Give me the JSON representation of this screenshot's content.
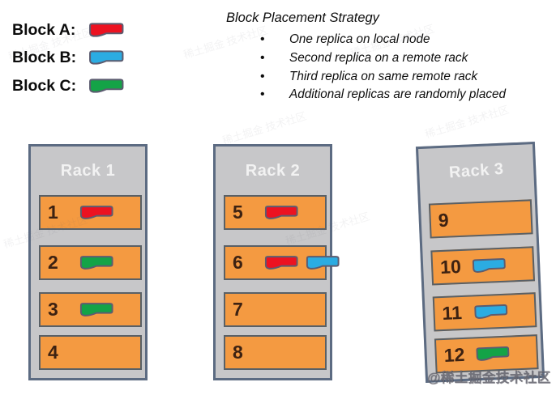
{
  "legend": {
    "items": [
      {
        "label": "Block A:",
        "block": "A",
        "color": "#EC1221"
      },
      {
        "label": "Block B:",
        "block": "B",
        "color": "#2BACE2"
      },
      {
        "label": "Block C:",
        "block": "C",
        "color": "#14A347"
      }
    ]
  },
  "strategy": {
    "title": "Block Placement Strategy",
    "bullet_glyph": "•",
    "bullets": [
      "One replica on local node",
      "Second replica on a remote rack",
      "Third replica on same remote rack",
      "Additional replicas are randomly placed"
    ]
  },
  "racks": [
    {
      "name": "Rack 1",
      "nodes": [
        {
          "id": "1",
          "blocks": [
            "A"
          ]
        },
        {
          "id": "2",
          "blocks": [
            "C"
          ]
        },
        {
          "id": "3",
          "blocks": [
            "C"
          ]
        },
        {
          "id": "4",
          "blocks": []
        }
      ]
    },
    {
      "name": "Rack 2",
      "nodes": [
        {
          "id": "5",
          "blocks": [
            "A"
          ]
        },
        {
          "id": "6",
          "blocks": [
            "A",
            "B"
          ]
        },
        {
          "id": "7",
          "blocks": []
        },
        {
          "id": "8",
          "blocks": []
        }
      ]
    },
    {
      "name": "Rack 3",
      "nodes": [
        {
          "id": "9",
          "blocks": []
        },
        {
          "id": "10",
          "blocks": [
            "B"
          ]
        },
        {
          "id": "11",
          "blocks": [
            "B"
          ]
        },
        {
          "id": "12",
          "blocks": [
            "C"
          ]
        }
      ]
    }
  ],
  "block_colors": {
    "A": "#EC1221",
    "B": "#2BACE2",
    "C": "#14A347"
  },
  "watermark": {
    "bottom_right": "@稀土掘金技术社区",
    "faint": "稀土掘金 技术社区"
  },
  "colors": {
    "node_fill": "#F49A41",
    "rack_fill": "#C7C7C9",
    "rack_border": "#5C6B82",
    "node_border": "#596066",
    "block_border": "#5C5C70",
    "number_ink": "#3D2212",
    "rack_title_ink": "#F2F2F2"
  }
}
